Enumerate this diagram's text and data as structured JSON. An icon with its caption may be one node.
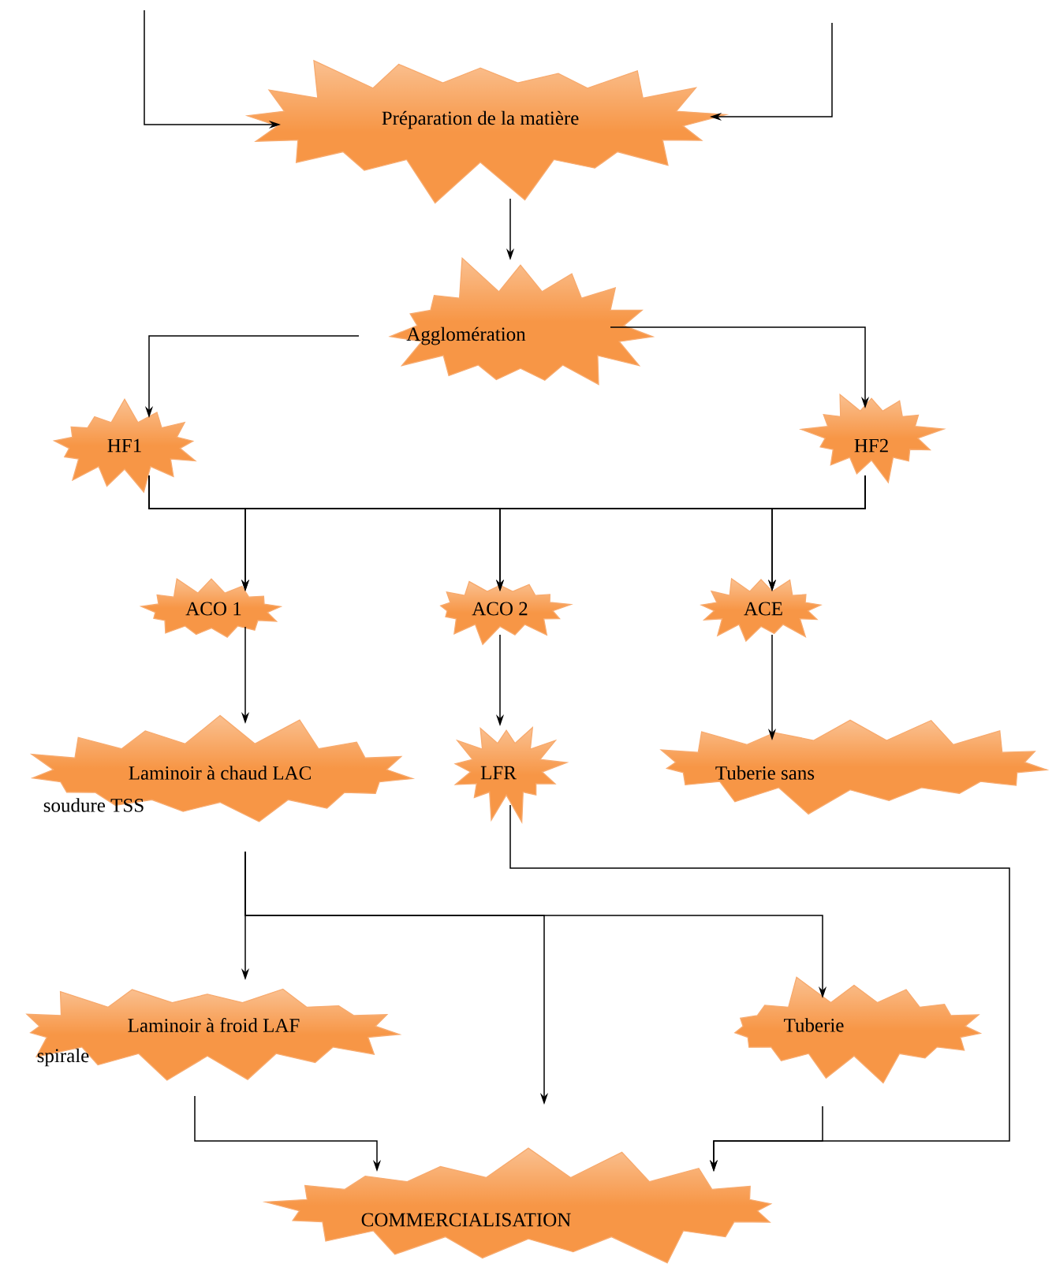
{
  "diagram": {
    "nodes": [
      {
        "text": [
          "Préparation de la matière"
        ]
      },
      {
        "text": [
          "Agglomération"
        ]
      },
      {
        "text": [
          "HF1"
        ]
      },
      {
        "text": [
          "HF2"
        ]
      },
      {
        "text": [
          "ACO 1"
        ]
      },
      {
        "text": [
          "ACO 2"
        ]
      },
      {
        "text": [
          "ACE"
        ]
      },
      {
        "text": [
          "Laminoir à chaud LAC",
          "soudure TSS"
        ]
      },
      {
        "text": [
          "LFR"
        ]
      },
      {
        "text": [
          "Tuberie sans"
        ]
      },
      {
        "text": [
          "Laminoir à froid LAF",
          "spirale"
        ]
      },
      {
        "text": [
          "Tuberie"
        ]
      },
      {
        "text": [
          "COMMERCIALISATION"
        ]
      }
    ],
    "edges": [
      {
        "from": null,
        "to": 0,
        "arrow": "to"
      },
      {
        "from": null,
        "to": 0,
        "arrow": "to"
      },
      {
        "from": 0,
        "to": 1,
        "arrow": "to"
      },
      {
        "from": 1,
        "to": 2,
        "arrow": "to"
      },
      {
        "from": 1,
        "to": 3,
        "arrow": "to"
      },
      {
        "from": 2,
        "to": 4,
        "arrow": "to"
      },
      {
        "from": 2,
        "to": 5,
        "arrow": "to"
      },
      {
        "from": 2,
        "to": 6,
        "arrow": "to"
      },
      {
        "from": 3,
        "to": 4,
        "arrow": "to"
      },
      {
        "from": 3,
        "to": 5,
        "arrow": "to"
      },
      {
        "from": 3,
        "to": 6,
        "arrow": "to"
      },
      {
        "from": 4,
        "to": 7,
        "arrow": "to"
      },
      {
        "from": 5,
        "to": 8,
        "arrow": "to"
      },
      {
        "from": 6,
        "to": 9,
        "arrow": "to"
      },
      {
        "from": 7,
        "to": 10,
        "arrow": "to"
      },
      {
        "from": 7,
        "to": 11,
        "arrow": "to"
      },
      {
        "from": 7,
        "to": null,
        "arrow": "to"
      },
      {
        "from": 8,
        "to": 12,
        "arrow": "to"
      },
      {
        "from": 10,
        "to": 12,
        "arrow": "to"
      },
      {
        "from": 11,
        "to": 12,
        "arrow": "to"
      }
    ]
  }
}
